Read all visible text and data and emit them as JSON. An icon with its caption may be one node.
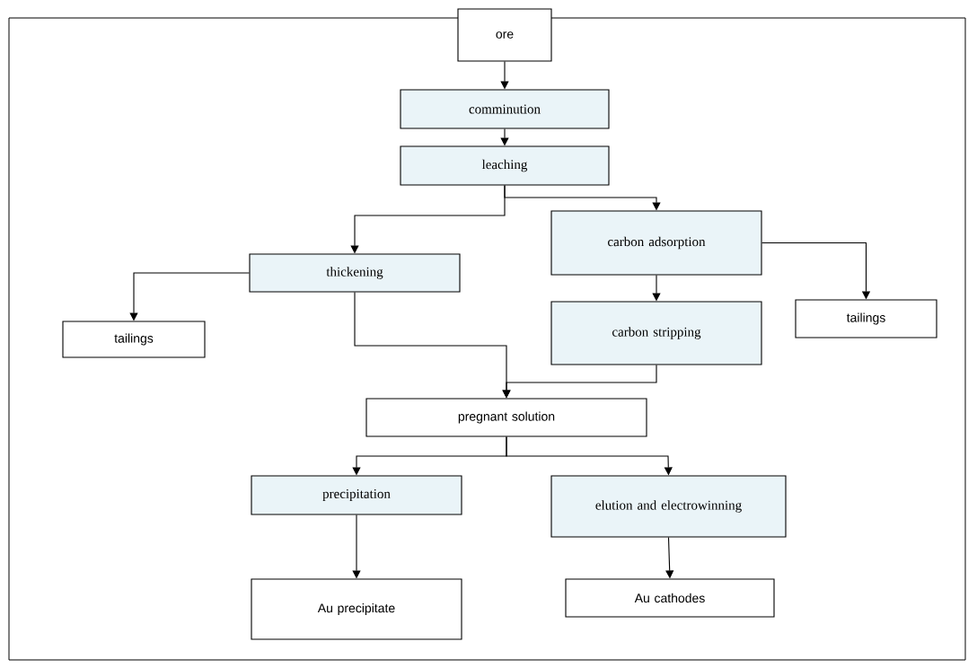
{
  "diagram": {
    "nodes": [
      {
        "text": [
          "ore"
        ]
      },
      {
        "text": [
          "comminution"
        ]
      },
      {
        "text": [
          "leaching"
        ]
      },
      {
        "text": [
          "carbon adsorption"
        ]
      },
      {
        "text": [
          "thickening"
        ]
      },
      {
        "text": [
          "tailings"
        ]
      },
      {
        "text": [
          "carbon stripping"
        ]
      },
      {
        "text": [
          "tailings"
        ]
      },
      {
        "text": [
          "pregnant solution"
        ]
      },
      {
        "text": [
          "precipitation"
        ]
      },
      {
        "text": [
          "elution and electrowinning"
        ]
      },
      {
        "text": [
          "Au precipitate"
        ]
      },
      {
        "text": [
          "Au cathodes"
        ]
      }
    ],
    "edges": [
      {
        "from": 0,
        "to": 1,
        "arrow": "to"
      },
      {
        "from": 1,
        "to": 2,
        "arrow": "to"
      },
      {
        "from": 2,
        "to": 4,
        "arrow": "to"
      },
      {
        "from": 2,
        "to": 3,
        "arrow": "to"
      },
      {
        "from": 3,
        "to": 7,
        "arrow": "to"
      },
      {
        "from": 3,
        "to": 6,
        "arrow": "to"
      },
      {
        "from": 4,
        "to": 5,
        "arrow": "to"
      },
      {
        "from": 4,
        "to": 8,
        "arrow": "to"
      },
      {
        "from": 6,
        "to": 8,
        "arrow": "to"
      },
      {
        "from": 8,
        "to": 9,
        "arrow": "to"
      },
      {
        "from": 8,
        "to": 10,
        "arrow": "to"
      },
      {
        "from": 9,
        "to": 11,
        "arrow": "to"
      },
      {
        "from": 10,
        "to": 12,
        "arrow": "to"
      }
    ]
  }
}
